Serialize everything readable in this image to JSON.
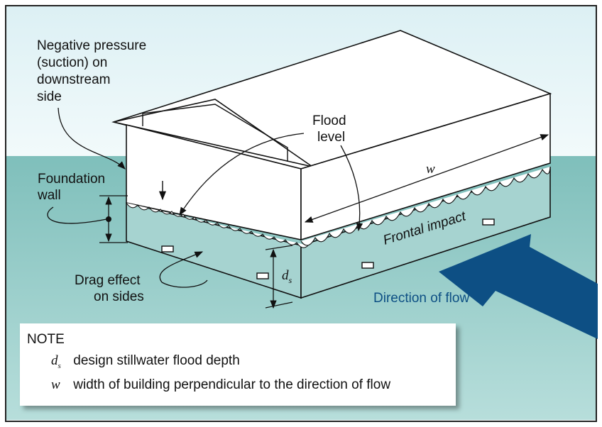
{
  "labels": {
    "negative_pressure": [
      "Negative pressure",
      "(suction) on",
      "downstream",
      "side"
    ],
    "flood_level": [
      "Flood",
      "level"
    ],
    "foundation_wall": [
      "Foundation",
      "wall"
    ],
    "drag_effect": [
      "Drag effect",
      "on sides"
    ],
    "frontal_impact": "Frontal impact",
    "direction_of_flow": "Direction of flow",
    "w_symbol": "w",
    "ds_symbol_main": "d",
    "ds_symbol_sub": "s"
  },
  "note": {
    "title": "NOTE",
    "rows": [
      {
        "symbol": "d",
        "symbol_sub": "s",
        "text": "design stillwater flood depth"
      },
      {
        "symbol": "w",
        "symbol_sub": "",
        "text": "width of building perpendicular to the direction of flow"
      }
    ]
  },
  "colors": {
    "sky": "#e6f4f7",
    "water": "#9dcfcc",
    "flow_arrow": "#0d4f84",
    "direction_text": "#0d4f84",
    "border": "#222222"
  }
}
